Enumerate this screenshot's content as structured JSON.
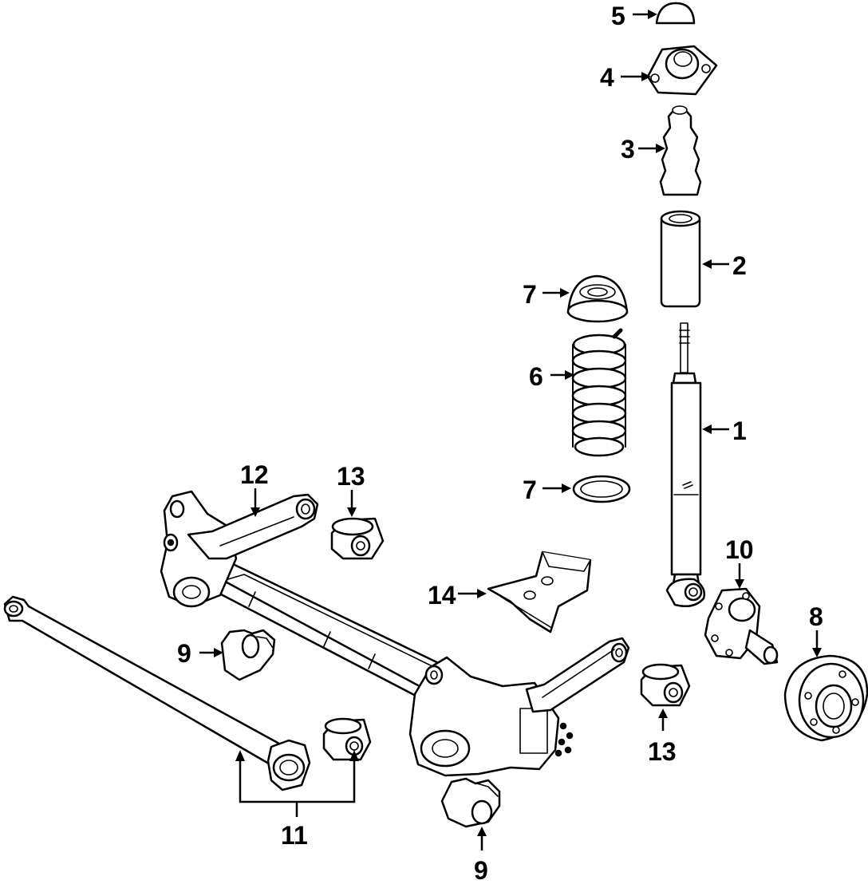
{
  "diagram": {
    "type": "exploded parts diagram",
    "colors": {
      "line": "#000000",
      "background": "#ffffff"
    },
    "callouts": [
      {
        "id": "c5",
        "label": "5"
      },
      {
        "id": "c4",
        "label": "4"
      },
      {
        "id": "c3",
        "label": "3"
      },
      {
        "id": "c2",
        "label": "2"
      },
      {
        "id": "c7a",
        "label": "7"
      },
      {
        "id": "c6",
        "label": "6"
      },
      {
        "id": "c1",
        "label": "1"
      },
      {
        "id": "c7b",
        "label": "7"
      },
      {
        "id": "c12",
        "label": "12"
      },
      {
        "id": "c13a",
        "label": "13"
      },
      {
        "id": "c14",
        "label": "14"
      },
      {
        "id": "c10",
        "label": "10"
      },
      {
        "id": "c8",
        "label": "8"
      },
      {
        "id": "c9a",
        "label": "9"
      },
      {
        "id": "c13b",
        "label": "13"
      },
      {
        "id": "c11",
        "label": "11"
      },
      {
        "id": "c9b",
        "label": "9"
      }
    ]
  }
}
